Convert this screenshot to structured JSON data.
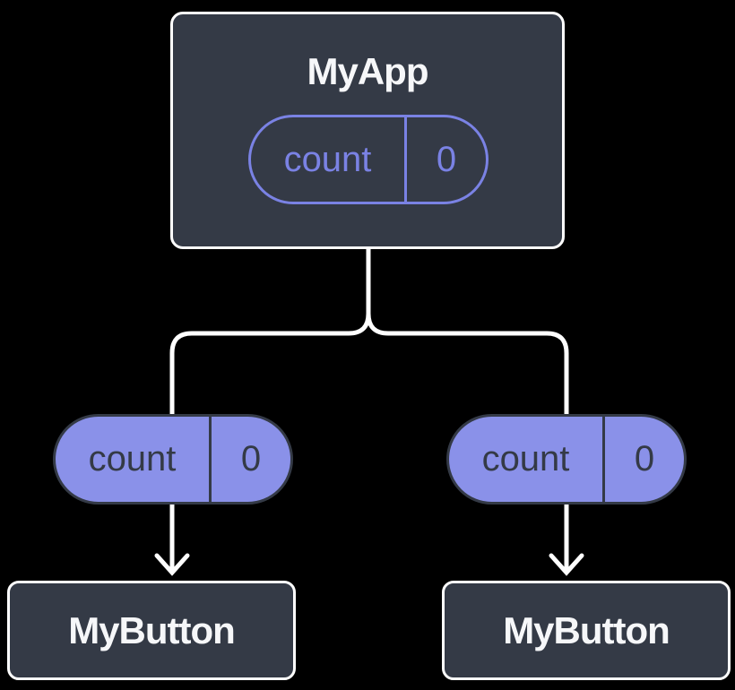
{
  "colors": {
    "background": "#000000",
    "node-fill": "#343A46",
    "node-border": "#FFFFFF",
    "node-text": "#F6F7F9",
    "state-accent": "#7A82E4",
    "pill-fill": "#8A91E9",
    "pill-text": "#343A46",
    "connector": "#FFFFFF"
  },
  "root_node": {
    "title": "MyApp",
    "state": {
      "label": "count",
      "value": "0"
    }
  },
  "prop_pills": [
    {
      "label": "count",
      "value": "0"
    },
    {
      "label": "count",
      "value": "0"
    }
  ],
  "child_nodes": [
    {
      "title": "MyButton"
    },
    {
      "title": "MyButton"
    }
  ]
}
